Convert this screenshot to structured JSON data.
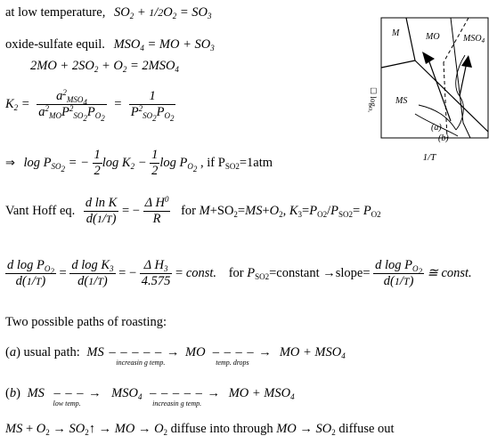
{
  "line1": {
    "text": "at low temperature,",
    "eq": "SO₂ + ½O₂ = SO₃"
  },
  "line2": {
    "text": "oxide-sulfate equil.",
    "eq": "MSO₄ = MO + SO₃"
  },
  "line3": {
    "eq": "2MO + 2SO₂ + O₂ = 2MSO₄"
  },
  "k2": {
    "lhs": "K₂ =",
    "num1": "a²MSO₄",
    "den1": "a²MO P²SO₂ PO₂",
    "num2": "1",
    "den2": "P²SO₂ PO₂"
  },
  "logp": {
    "prefix": "⇒",
    "eq": "log PSO₂ = − ½ log K₂ − ½ log PO₂",
    "cond": ", if PSO2=1atm"
  },
  "vanthoff": {
    "label": "Vant Hoff eq.",
    "num": "d ln K",
    "den": "d(1/T)",
    "rhs_num": "ΔH⁰",
    "rhs_den": "R",
    "text": "for M+SO₂=MS+O₂, K₃=PO2/PSO2= PO2"
  },
  "slope": {
    "eq_num1": "d log PO₂",
    "den": "d(1/T)",
    "eq_num2": "d log K₃",
    "rhs_num": "ΔH₃",
    "rhs_den": "4.575",
    "const": "const.",
    "text": "for PSO2=constant →slope=",
    "approx": "≅ const."
  },
  "paths_title": "Two possible paths of roasting:",
  "path_a": {
    "label": "(a) usual path:",
    "s1": "MS",
    "under1": "increasin g temp.",
    "s2": "MO",
    "under2": "temp. drops",
    "s3": "MO + MSO₄"
  },
  "path_b": {
    "label": "(b)",
    "s1": "MS",
    "under1": "low temp.",
    "s2": "MSO₄",
    "under2": "increasin g temp.",
    "s3": "MO + MSO₄"
  },
  "last_line": "MS + O₂ → SO₂↑ → MO → O₂ diffuse into through MO → SO₂ diffuse out",
  "diagram": {
    "labels": {
      "M": "M",
      "MO": "MO",
      "MSO4": "MSO₄",
      "MS": "MS",
      "a": "(a)",
      "b": "(b)"
    },
    "y_axis": "log PO₂",
    "x_axis": "1/T"
  }
}
